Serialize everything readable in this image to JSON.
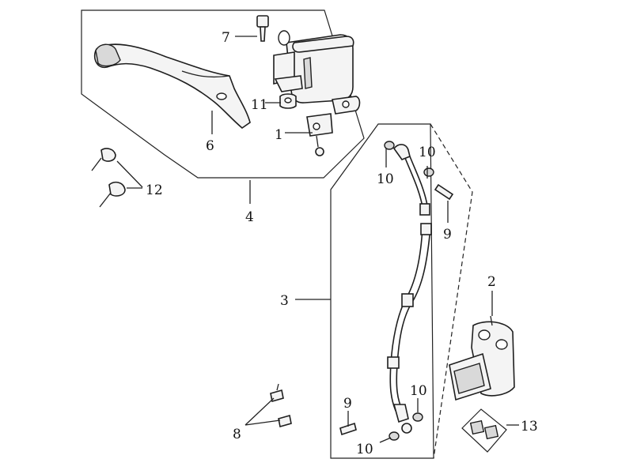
{
  "labels": {
    "p1": "1",
    "p2": "2",
    "p3": "3",
    "p4": "4",
    "p6": "6",
    "p7": "7",
    "p8": "8",
    "p9a": "9",
    "p9b": "9",
    "p10a": "10",
    "p10b": "10",
    "p10c": "10",
    "p10d": "10",
    "p11": "11",
    "p12": "12",
    "p13": "13"
  }
}
